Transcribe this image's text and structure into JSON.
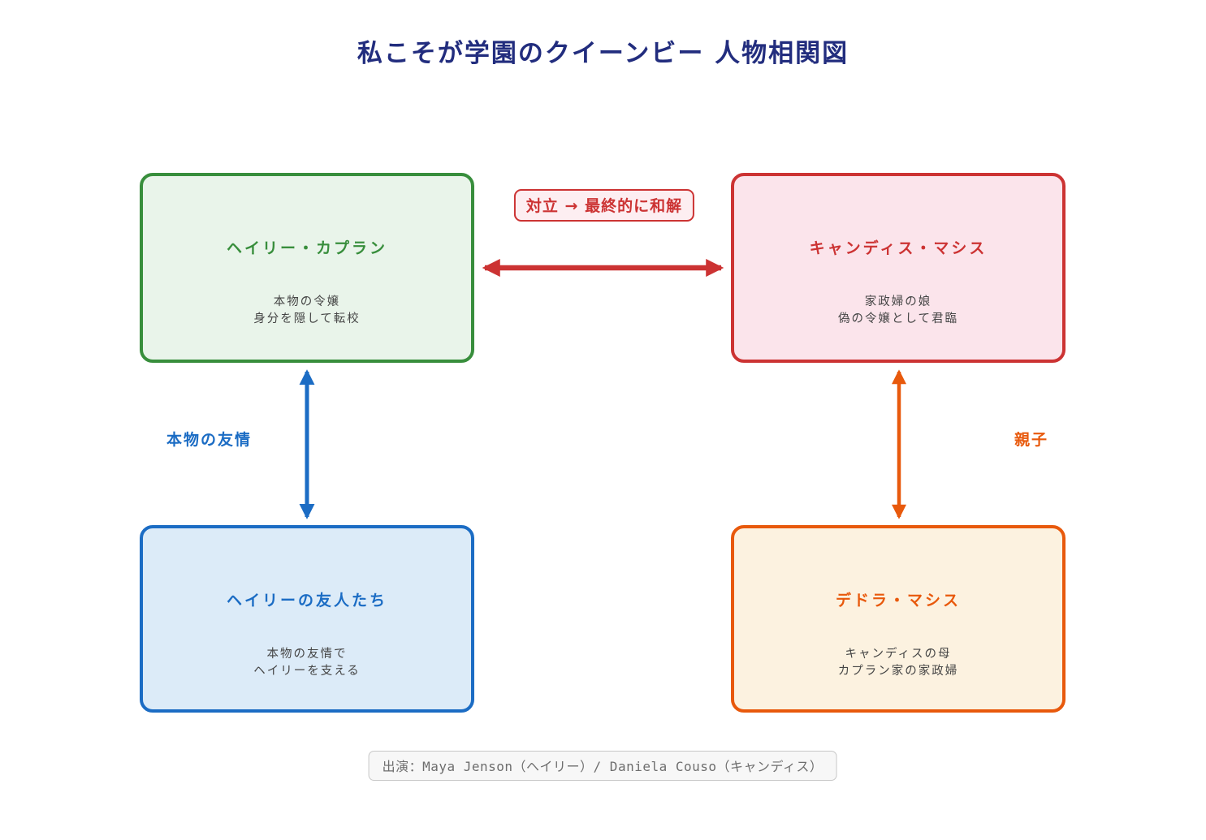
{
  "title": "私こそが学園のクイーンビー 人物相関図",
  "nodes": {
    "hailey": {
      "name": "ヘイリー・カプラン",
      "desc1": "本物の令嬢",
      "desc2": "身分を隠して転校",
      "accent": "#388e3c",
      "fill": "#e9f4ea"
    },
    "candice": {
      "name": "キャンディス・マシス",
      "desc1": "家政婦の娘",
      "desc2": "偽の令嬢として君臨",
      "accent": "#cc3333",
      "fill": "#fbe4eb"
    },
    "friends": {
      "name": "ヘイリーの友人たち",
      "desc1": "本物の友情で",
      "desc2": "ヘイリーを支える",
      "accent": "#1b6cc4",
      "fill": "#dcebf8"
    },
    "dedra": {
      "name": "デドラ・マシス",
      "desc1": "キャンディスの母",
      "desc2": "カプラン家の家政婦",
      "accent": "#e8590c",
      "fill": "#fcf2e0"
    }
  },
  "edges": {
    "conflict": {
      "label": "対立 → 最終的に和解",
      "color": "#cc3333",
      "style": "double-headed-horizontal"
    },
    "friendship": {
      "label": "本物の友情",
      "color": "#1b6cc4",
      "style": "double-headed-vertical"
    },
    "parent_child": {
      "label": "親子",
      "color": "#e8590c",
      "style": "double-headed-vertical"
    }
  },
  "footer": {
    "cast": "出演：Maya Jenson（ヘイリー）/ Daniela Couso（キャンディス）"
  },
  "colors": {
    "title_text": "#222d7e",
    "description_text": "#454545",
    "footer_text": "#6e6e6e",
    "background": "#ffffff"
  }
}
